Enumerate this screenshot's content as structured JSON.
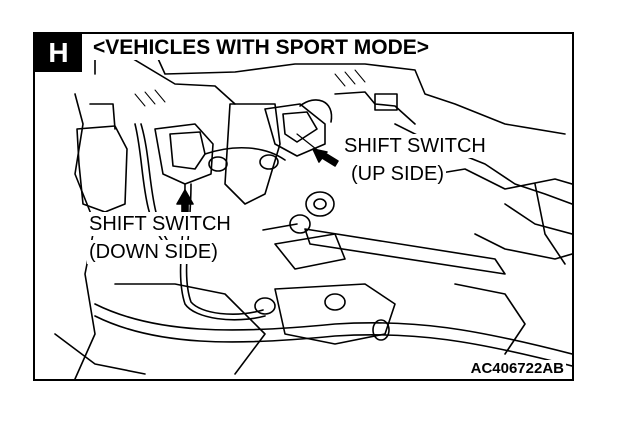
{
  "badge": "H",
  "title": "<VEHICLES WITH SPORT MODE>",
  "labels": {
    "up_line1": "SHIFT SWITCH",
    "up_line2": "(UP SIDE)",
    "down_line1": "SHIFT SWITCH",
    "down_line2": "(DOWN SIDE)"
  },
  "figure_code": "AC406722AB"
}
